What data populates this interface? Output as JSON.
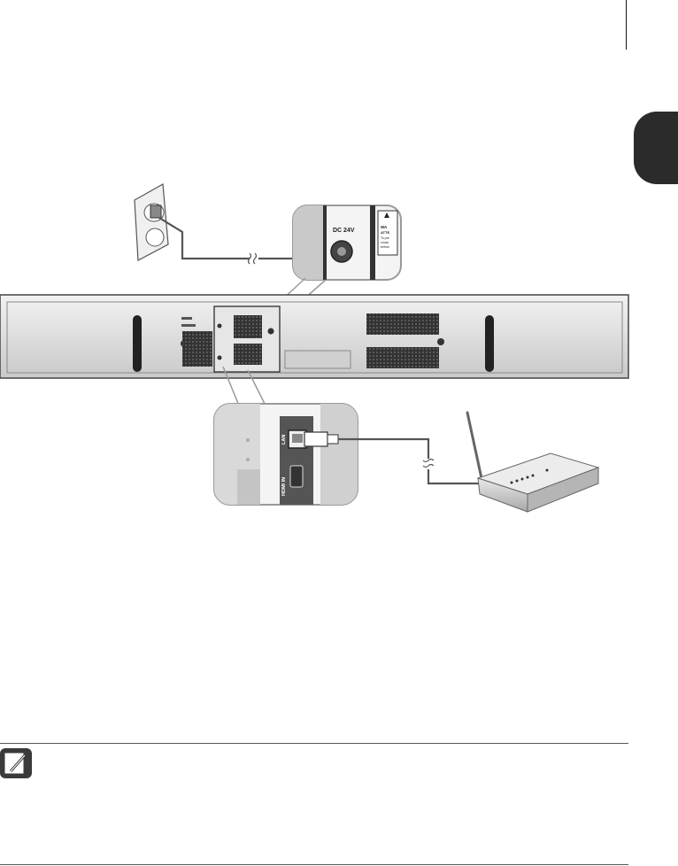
{
  "colors": {
    "soundbar_body": "#d8d8d8",
    "soundbar_panel": "#7a7a7a",
    "callout_border": "#9a9a9a",
    "cable": "#555555",
    "tab": "#2b2b2b"
  },
  "icons": {
    "note": "pencil-note-icon"
  },
  "power_callout": {
    "dc_label": "DC 24V",
    "warning_lines": [
      "WA",
      "ATTE",
      "To pre",
      "shock",
      "before"
    ]
  },
  "network_callout": {
    "lan_label": "LAN",
    "hdmi_label": "HDMI IN"
  }
}
